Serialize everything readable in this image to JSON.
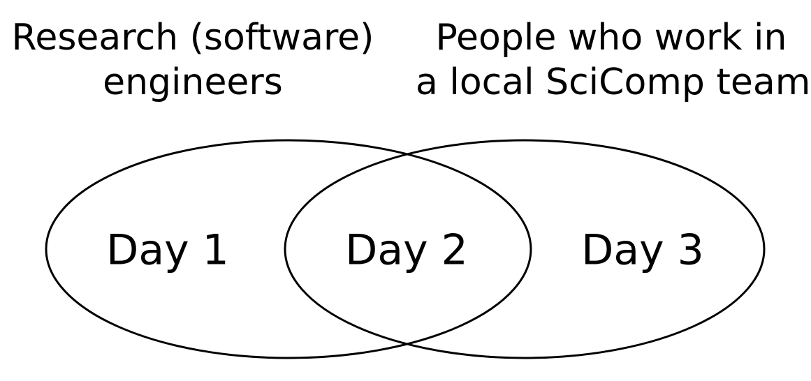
{
  "sets": [
    {
      "id": "left",
      "title_lines": [
        "Research (software)",
        "engineers"
      ]
    },
    {
      "id": "right",
      "title_lines": [
        "People who work in",
        "a local SciComp team"
      ]
    }
  ],
  "regions": {
    "left_only": "Day 1",
    "overlap": "Day 2",
    "right_only": "Day 3"
  },
  "colors": {
    "stroke": "#000000",
    "background": "#ffffff"
  }
}
